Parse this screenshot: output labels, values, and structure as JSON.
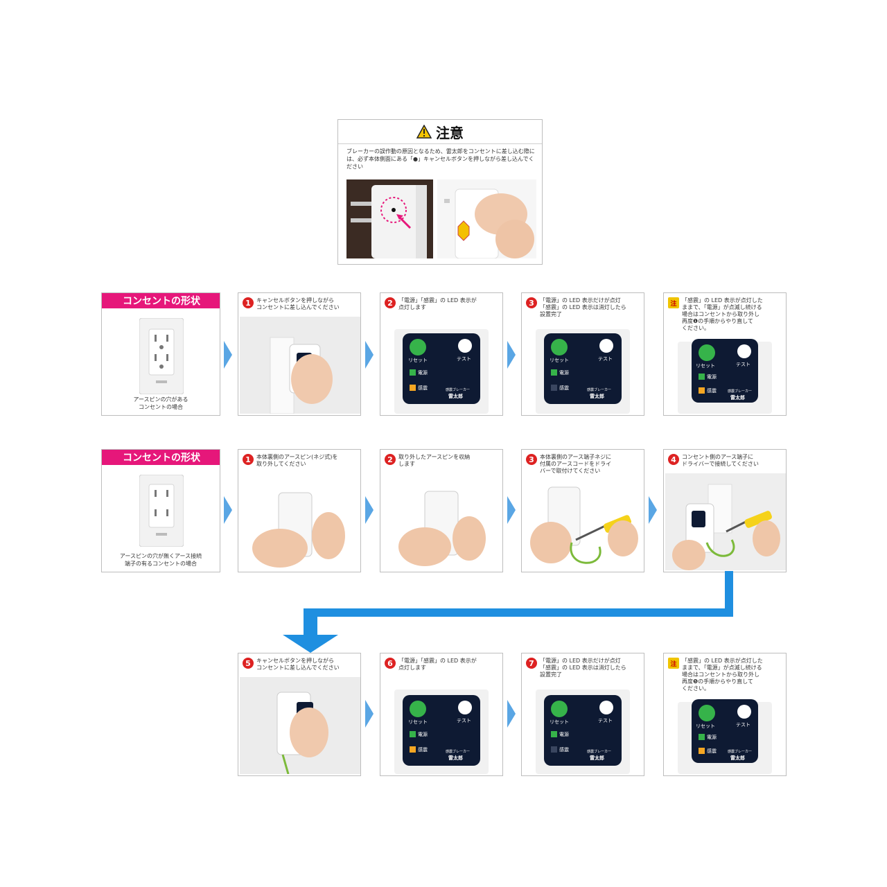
{
  "caution": {
    "title": "注意",
    "text": "ブレーカーの誤作動の原因となるため、雷太郎をコンセントに差し込む際には、必ず本体側面にある「●」キャンセルボタンを押しながら差し込んでください"
  },
  "row1": {
    "shape_label": "コンセントの形状",
    "shape_caption": "アースピンの穴がある\nコンセントの場合",
    "steps": [
      {
        "num": "1",
        "text": "キャンセルボタンを押しながら\nコンセントに差し込んでください"
      },
      {
        "num": "2",
        "text": "「電源」「感震」の LED 表示が\n点灯します"
      },
      {
        "num": "3",
        "text": "「電源」の LED 表示だけが点灯\n「感震」の LED 表示は消灯したら\n設置完了"
      },
      {
        "num": "注",
        "text": "「感震」の LED 表示が点灯した\nままで、「電源」が点滅し続ける\n場合はコンセントから取り外し\n再度❶の手順からやり直して\nください。"
      }
    ]
  },
  "row2": {
    "shape_label": "コンセントの形状",
    "shape_caption": "アースピンの穴が無くアース接続\n端子の有るコンセントの場合",
    "steps": [
      {
        "num": "1",
        "text": "本体裏側のアースピン(ネジ式)を\n取り外してください"
      },
      {
        "num": "2",
        "text": "取り外したアースピンを収納\nします"
      },
      {
        "num": "3",
        "text": "本体裏側のアース端子ネジに\n付属のアースコードをドライ\nバーで取付けてください"
      },
      {
        "num": "4",
        "text": "コンセント側のアース端子に\nドライバーで接続してください"
      }
    ]
  },
  "row3": {
    "steps": [
      {
        "num": "5",
        "text": "キャンセルボタンを押しながら\nコンセントに差し込んでください"
      },
      {
        "num": "6",
        "text": "「電源」「感震」の LED 表示が\n点灯します"
      },
      {
        "num": "7",
        "text": "「電源」の LED 表示だけが点灯\n「感震」の LED 表示は消灯したら\n設置完了"
      },
      {
        "num": "注",
        "text": "「感震」の LED 表示が点灯した\nままで、「電源」が点滅し続ける\n場合はコンセントから取り外し\n再度❺の手順からやり直して\nください。"
      }
    ]
  },
  "led": {
    "reset": "リセット",
    "test": "テスト",
    "power": "電源",
    "quake": "感震",
    "brand_small": "感震ブレーカー",
    "brand": "雷太郎"
  },
  "colors": {
    "accent_pink": "#e6177a",
    "step_red": "#dd2222",
    "arrow_blue": "#1f8fe0",
    "led_panel": "#0e1a33",
    "led_green": "#36b34a"
  }
}
